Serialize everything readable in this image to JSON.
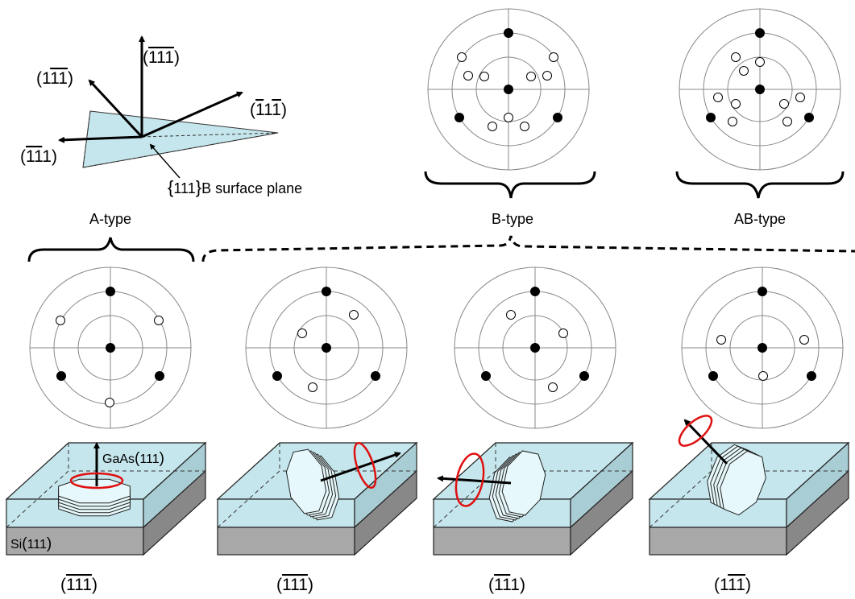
{
  "figure": {
    "coordinate_system": {
      "axes": [
        {
          "index": "(̅1̅1̅1)",
          "text": "111",
          "bars": [
            true,
            true,
            true
          ]
        },
        {
          "index": "(1̅1̅1)",
          "text": "111",
          "bars": [
            false,
            true,
            true
          ]
        },
        {
          "index": "(̅11̅1)",
          "text": "111",
          "bars": [
            true,
            false,
            true
          ]
        },
        {
          "index": "(̅1̅1 1)",
          "text": "111",
          "bars": [
            true,
            true,
            false
          ]
        }
      ],
      "plane_label": "B surface plane",
      "plane_index": "111"
    },
    "type_labels": {
      "a": "A-type",
      "b": "B-type",
      "ab": "AB-type"
    },
    "block_labels": {
      "growth_axis": "GaAs",
      "growth_axis_index": "111",
      "substrate": "Si",
      "substrate_index": "111"
    },
    "pole_figures": [
      {
        "id": "b-top",
        "open_count": 9
      },
      {
        "id": "ab-top",
        "open_count": 9
      },
      {
        "id": "a",
        "open_count": 3
      },
      {
        "id": "b1",
        "open_count": 3
      },
      {
        "id": "b2",
        "open_count": 3
      },
      {
        "id": "b3",
        "open_count": 3
      }
    ],
    "bottom_indices": [
      {
        "text": "111",
        "bars": [
          true,
          true,
          true
        ]
      },
      {
        "text": "111",
        "bars": [
          true,
          true,
          true
        ]
      },
      {
        "text": "111",
        "bars": [
          true,
          true,
          false
        ]
      },
      {
        "text": "111",
        "bars": [
          false,
          true,
          true
        ]
      }
    ],
    "colors": {
      "surface": "#c5e6ec",
      "substrate": "#a8a8a8",
      "rotation_arrow": "#e01010",
      "ring": "#888888"
    }
  }
}
